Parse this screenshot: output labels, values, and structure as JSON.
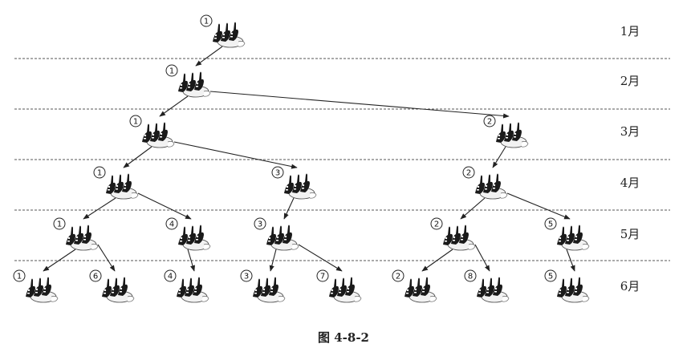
{
  "months": [
    "1月",
    "2月",
    "3月",
    "4月",
    "5月",
    "6月"
  ],
  "caption": "图 4-8-2",
  "pairs": [
    {
      "id": "r1",
      "month": 0,
      "label": "1",
      "parent": null
    },
    {
      "id": "r2",
      "month": 1,
      "label": "1",
      "parent": "r1"
    },
    {
      "id": "r3",
      "month": 2,
      "label": "1",
      "parent": "r2"
    },
    {
      "id": "r4",
      "month": 2,
      "label": "2",
      "parent": "r2"
    },
    {
      "id": "r5",
      "month": 3,
      "label": "1",
      "parent": "r3"
    },
    {
      "id": "r6",
      "month": 3,
      "label": "3",
      "parent": "r3"
    },
    {
      "id": "r7",
      "month": 3,
      "label": "2",
      "parent": "r4"
    },
    {
      "id": "r8",
      "month": 4,
      "label": "1",
      "parent": "r5"
    },
    {
      "id": "r9",
      "month": 4,
      "label": "4",
      "parent": "r5"
    },
    {
      "id": "r10",
      "month": 4,
      "label": "3",
      "parent": "r6"
    },
    {
      "id": "r11",
      "month": 4,
      "label": "2",
      "parent": "r7"
    },
    {
      "id": "r12",
      "month": 4,
      "label": "5",
      "parent": "r7"
    },
    {
      "id": "r13",
      "month": 5,
      "label": "1",
      "parent": "r8"
    },
    {
      "id": "r14",
      "month": 5,
      "label": "6",
      "parent": "r8"
    },
    {
      "id": "r15",
      "month": 5,
      "label": "4",
      "parent": "r9"
    },
    {
      "id": "r16",
      "month": 5,
      "label": "3",
      "parent": "r10"
    },
    {
      "id": "r17",
      "month": 5,
      "label": "7",
      "parent": "r10"
    },
    {
      "id": "r18",
      "month": 5,
      "label": "2",
      "parent": "r11"
    },
    {
      "id": "r19",
      "month": 5,
      "label": "8",
      "parent": "r11"
    },
    {
      "id": "r20",
      "month": 5,
      "label": "5",
      "parent": "r12"
    }
  ]
}
